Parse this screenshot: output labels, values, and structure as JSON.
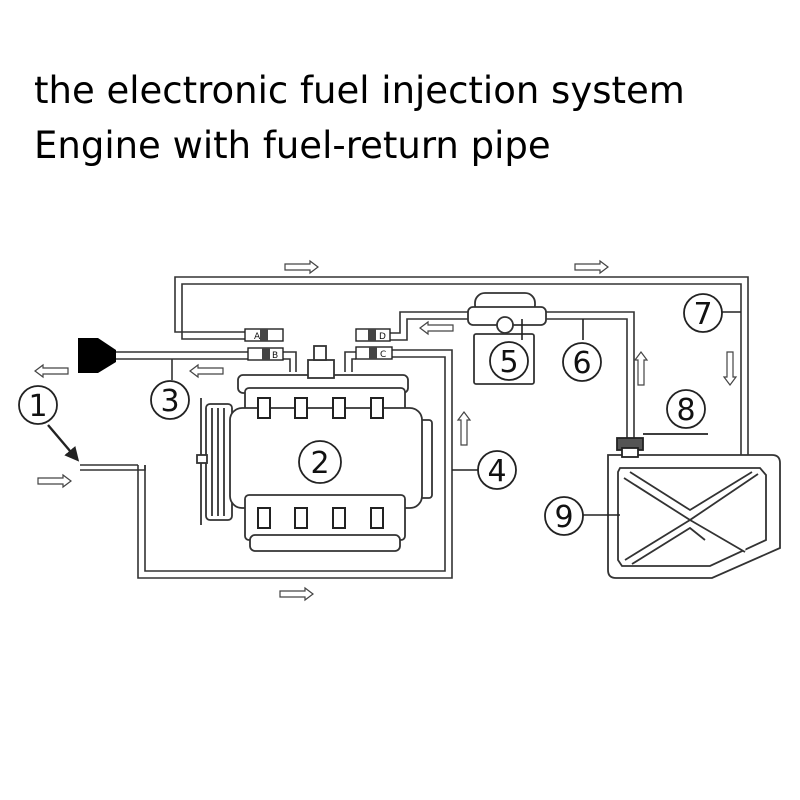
{
  "header": {
    "title_line1": "the electronic fuel injection system",
    "title_line2": "Engine with fuel-return pipe"
  },
  "diagram": {
    "callouts": [
      "1",
      "2",
      "3",
      "4",
      "5",
      "6",
      "7",
      "8",
      "9"
    ],
    "connector_labels": [
      "A",
      "B",
      "D",
      "C"
    ]
  }
}
